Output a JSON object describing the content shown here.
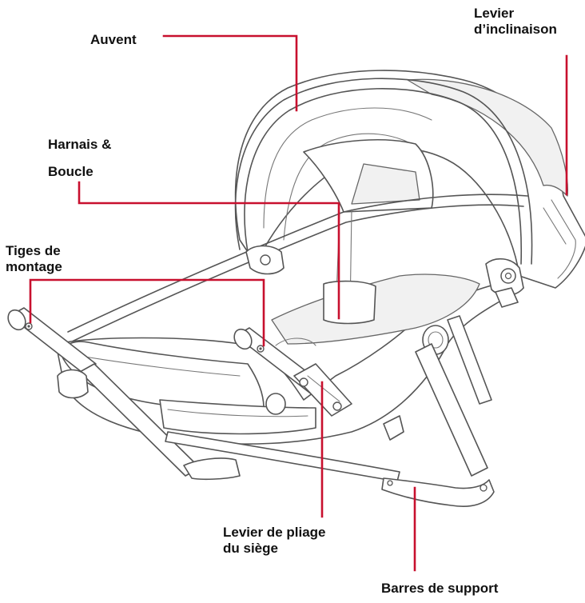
{
  "labels": {
    "canopy": [
      "Auvent"
    ],
    "recline_lever": [
      "Levier",
      "d’inclinaison"
    ],
    "harness": [
      "Harnais &",
      "Boucle"
    ],
    "mounting_rods": [
      "Tiges de",
      "montage"
    ],
    "fold_lever": [
      "Levier de pliage",
      "du siège"
    ],
    "support_bars": [
      "Barres de support"
    ]
  },
  "colors": {
    "leader_line": "#c8102e",
    "drawing_line": "#555555",
    "label_text": "#111111"
  }
}
